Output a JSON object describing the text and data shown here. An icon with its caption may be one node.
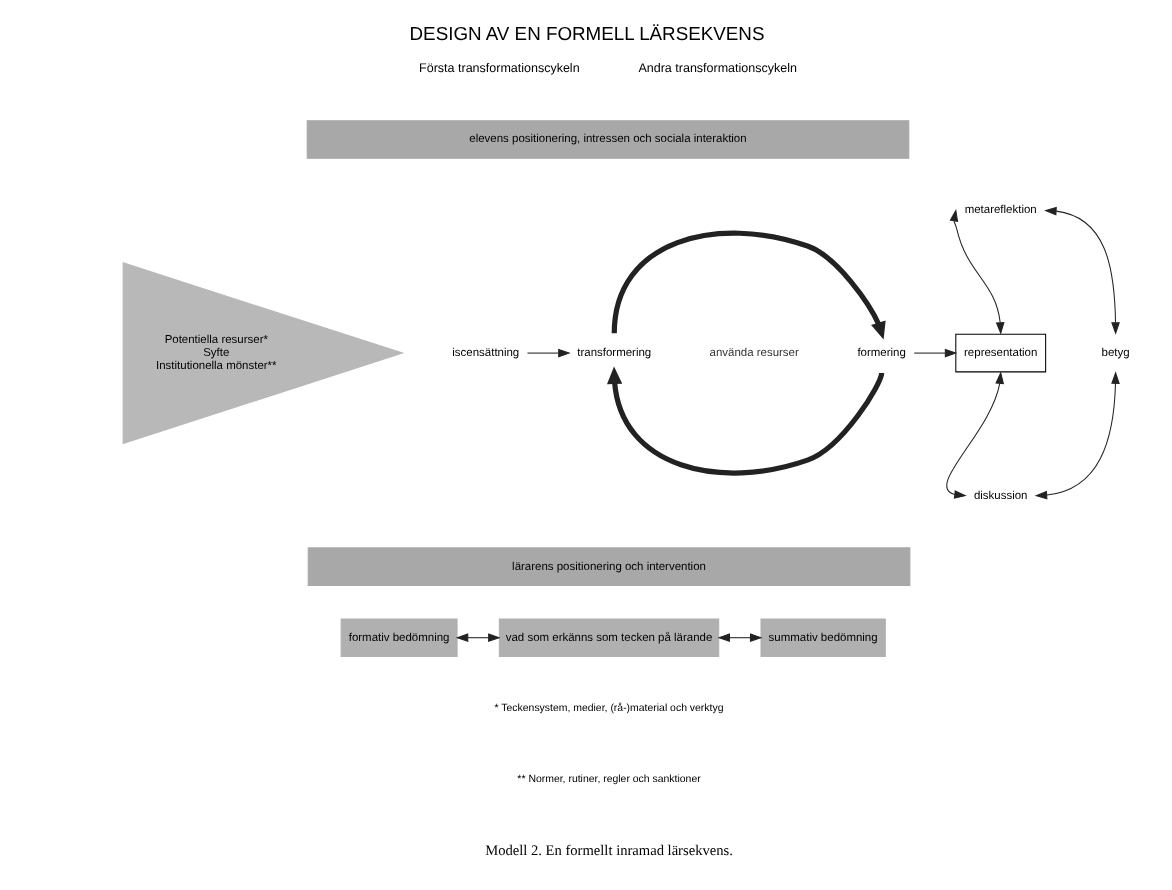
{
  "diagram": {
    "title": "DESIGN AV EN FORMELL LÄRSEKVENS",
    "caption": "Modell 2. En formellt inramad lärsekvens.",
    "nodes": [
      {
        "text": [
          "Potentiella resurser*",
          "Syfte",
          "Institutionella mönster**"
        ]
      },
      {
        "text": [
          "iscensättning"
        ]
      },
      {
        "text": [
          "transformering"
        ]
      },
      {
        "text": [
          "formering"
        ]
      },
      {
        "text": [
          "använda resurser"
        ]
      },
      {
        "text": [
          "representation"
        ]
      },
      {
        "text": [
          "metareflektion"
        ]
      },
      {
        "text": [
          "betyg"
        ]
      },
      {
        "text": [
          "diskussion"
        ]
      },
      {
        "text": [
          "elevens positionering, intressen och sociala interaktion"
        ]
      },
      {
        "text": [
          "lärarens positionering och intervention"
        ]
      },
      {
        "text": [
          "formativ bedömning"
        ]
      },
      {
        "text": [
          "vad som erkänns som tecken på lärande"
        ]
      },
      {
        "text": [
          "summativ bedömning"
        ]
      }
    ],
    "edges": [
      {
        "from": 1,
        "to": 2,
        "arrow": "to"
      },
      {
        "from": 2,
        "to": 3,
        "arrow": "to",
        "style": "thick"
      },
      {
        "from": 3,
        "to": 2,
        "arrow": "to",
        "style": "thick"
      },
      {
        "from": 3,
        "to": 5,
        "arrow": "to"
      },
      {
        "from": 5,
        "to": 6,
        "arrow": "both"
      },
      {
        "from": 6,
        "to": 7,
        "arrow": "both"
      },
      {
        "from": 7,
        "to": 8,
        "arrow": "both"
      },
      {
        "from": 8,
        "to": 5,
        "arrow": "both"
      },
      {
        "from": 11,
        "to": 12,
        "arrow": "both"
      },
      {
        "from": 12,
        "to": 13,
        "arrow": "both"
      }
    ],
    "labels": [
      "Första transformationscykeln",
      "Andra transformationscykeln",
      "* Teckensystem, medier, (rå-)material och verktyg",
      "** Normer, rutiner, regler och sanktioner"
    ]
  }
}
